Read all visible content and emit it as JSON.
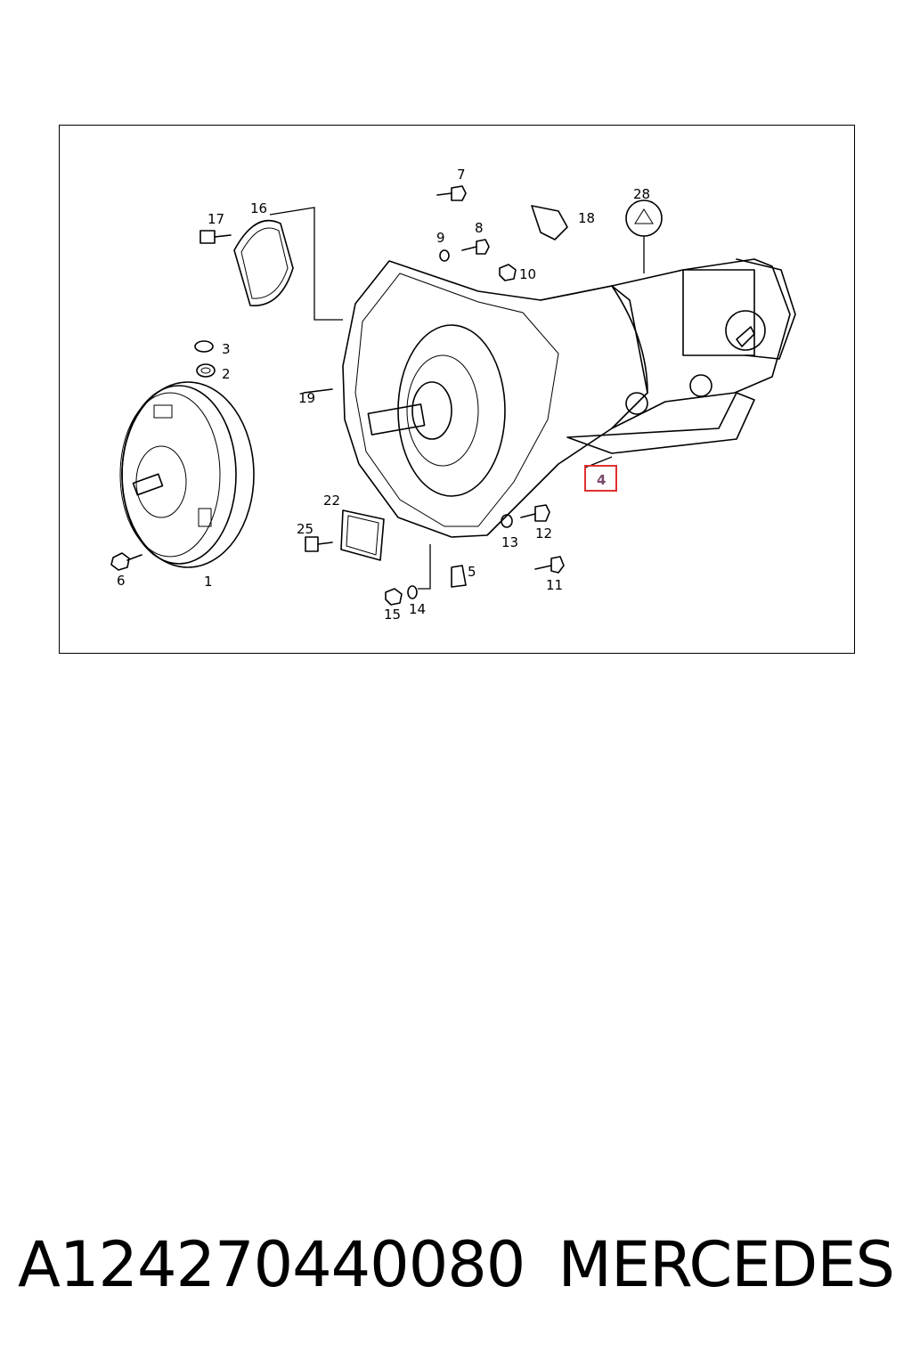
{
  "diagram": {
    "callouts": [
      {
        "id": "1",
        "label": "1"
      },
      {
        "id": "2",
        "label": "2"
      },
      {
        "id": "3",
        "label": "3"
      },
      {
        "id": "4",
        "label": "4",
        "highlighted": true
      },
      {
        "id": "5",
        "label": "5"
      },
      {
        "id": "6",
        "label": "6"
      },
      {
        "id": "7",
        "label": "7"
      },
      {
        "id": "8",
        "label": "8"
      },
      {
        "id": "9",
        "label": "9"
      },
      {
        "id": "10",
        "label": "10"
      },
      {
        "id": "11",
        "label": "11"
      },
      {
        "id": "12",
        "label": "12"
      },
      {
        "id": "13",
        "label": "13"
      },
      {
        "id": "14",
        "label": "14"
      },
      {
        "id": "15",
        "label": "15"
      },
      {
        "id": "16",
        "label": "16"
      },
      {
        "id": "17",
        "label": "17"
      },
      {
        "id": "18",
        "label": "18"
      },
      {
        "id": "19",
        "label": "19"
      },
      {
        "id": "22",
        "label": "22"
      },
      {
        "id": "25",
        "label": "25"
      },
      {
        "id": "28",
        "label": "28"
      }
    ],
    "highlight_color": "#e0302e"
  },
  "footer": {
    "part_number": "A124270440080",
    "brand": "MERCEDES"
  }
}
